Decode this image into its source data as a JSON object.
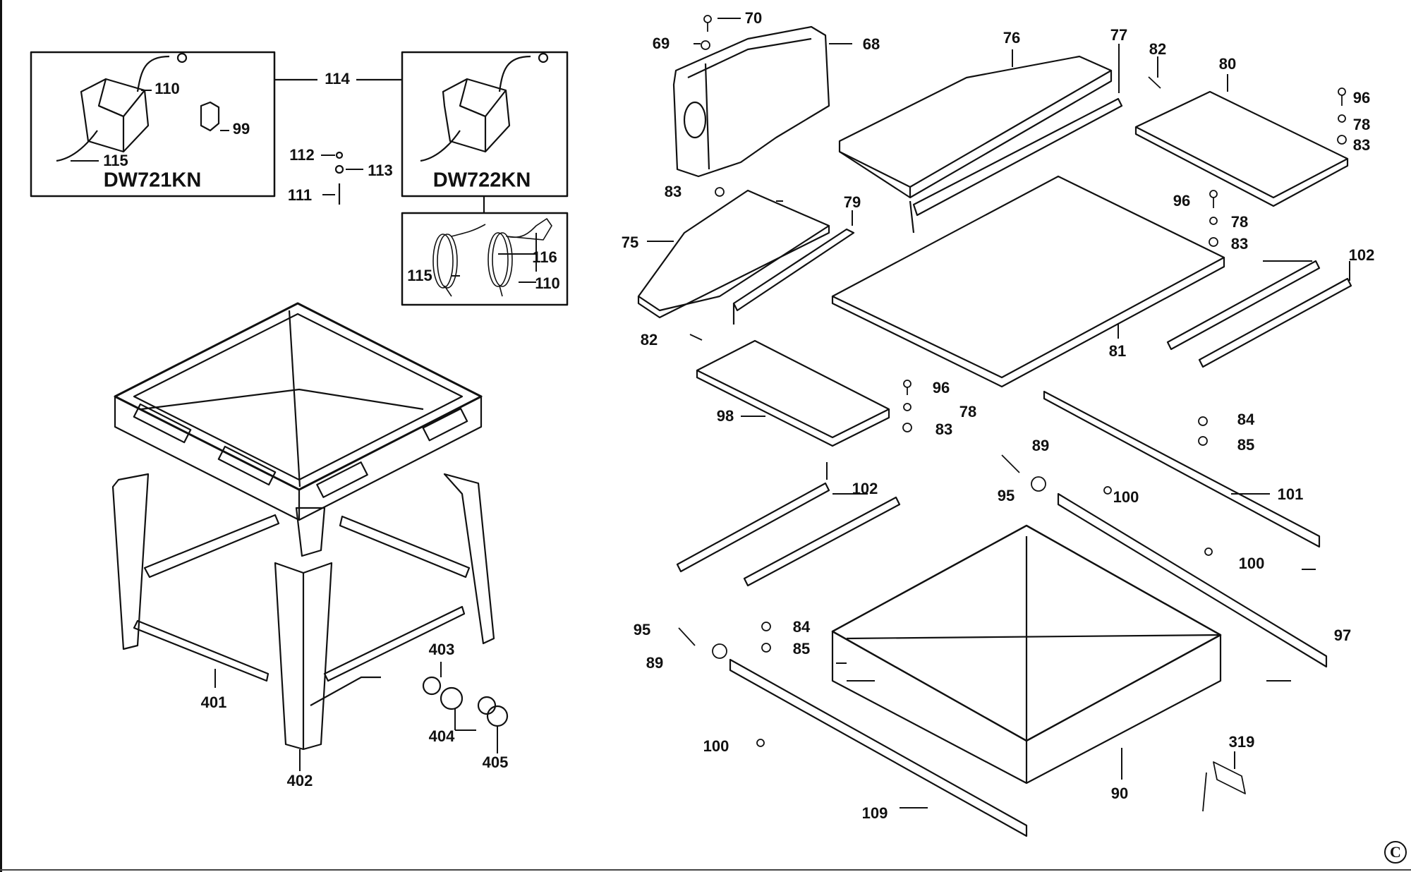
{
  "title": "Table saw legstand and extension tables exploded parts diagram",
  "models": [
    "DW721KN",
    "DW722KN"
  ],
  "copyright_symbol": "C",
  "parts": {
    "p68": "68",
    "p69": "69",
    "p70": "70",
    "p75": "75",
    "p76": "76",
    "p77": "77",
    "p78": "78",
    "p79": "79",
    "p80": "80",
    "p81": "81",
    "p82": "82",
    "p83": "83",
    "p84": "84",
    "p85": "85",
    "p89": "89",
    "p90": "90",
    "p95": "95",
    "p96": "96",
    "p97": "97",
    "p98": "98",
    "p99": "99",
    "p100": "100",
    "p101": "101",
    "p102": "102",
    "p109": "109",
    "p110": "110",
    "p111": "111",
    "p112": "112",
    "p113": "113",
    "p114": "114",
    "p115": "115",
    "p116": "116",
    "p319": "319",
    "p401": "401",
    "p402": "402",
    "p403": "403",
    "p404": "404",
    "p405": "405"
  }
}
